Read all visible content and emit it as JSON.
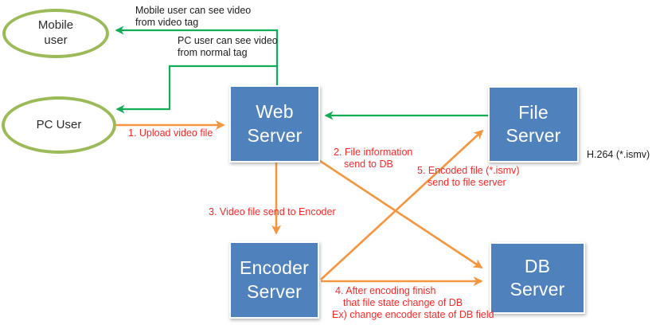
{
  "colors": {
    "server_fill": "#4f81bd",
    "server_text": "#ffffff",
    "ellipse_stroke": "#9bbb59",
    "green_arrow": "#12ab56",
    "orange_arrow": "#f5953f",
    "red_text": "#fb2828",
    "black_text": "#1c1c1c"
  },
  "actors": {
    "mobile_user": "Mobile user",
    "pc_user": "PC User"
  },
  "servers": {
    "web": "Web Server",
    "file": "File Server",
    "encoder": "Encoder Server",
    "db": "DB Server"
  },
  "notes": {
    "mobile_video": {
      "line1": "Mobile user can see video",
      "line2": "from video tag"
    },
    "pc_video": {
      "line1": "PC user can see video",
      "line2": "from normal tag"
    },
    "codec": "H.264 (*.ismv)"
  },
  "steps": {
    "step1": "1. Upload video file",
    "step2": {
      "line1": "2. File information",
      "line2": "send to DB"
    },
    "step3": "3. Video file send to Encoder",
    "step4": {
      "line1": "4. After encoding finish",
      "line2": "that file state change of DB",
      "line3": "Ex) change encoder state of DB field"
    },
    "step5": {
      "line1": "5. Encoded file (*.ismv)",
      "line2": "send to file server"
    }
  },
  "arrows": [
    {
      "name": "web-to-mobile",
      "color": "green",
      "from": "Web Server",
      "to": "Mobile user"
    },
    {
      "name": "web-to-pc",
      "color": "green",
      "from": "Web Server",
      "to": "PC User"
    },
    {
      "name": "file-to-web",
      "color": "green",
      "from": "File Server",
      "to": "Web Server"
    },
    {
      "name": "upload-video",
      "color": "orange",
      "from": "PC User",
      "to": "Web Server"
    },
    {
      "name": "file-info-to-db",
      "color": "orange",
      "from": "Web Server",
      "to": "DB Server"
    },
    {
      "name": "video-to-encoder",
      "color": "orange",
      "from": "Web Server",
      "to": "Encoder Server"
    },
    {
      "name": "encoding-finish-to-db",
      "color": "orange",
      "from": "Encoder Server",
      "to": "DB Server"
    },
    {
      "name": "encoded-file-to-file-server",
      "color": "orange",
      "from": "Encoder Server",
      "to": "File Server"
    }
  ]
}
